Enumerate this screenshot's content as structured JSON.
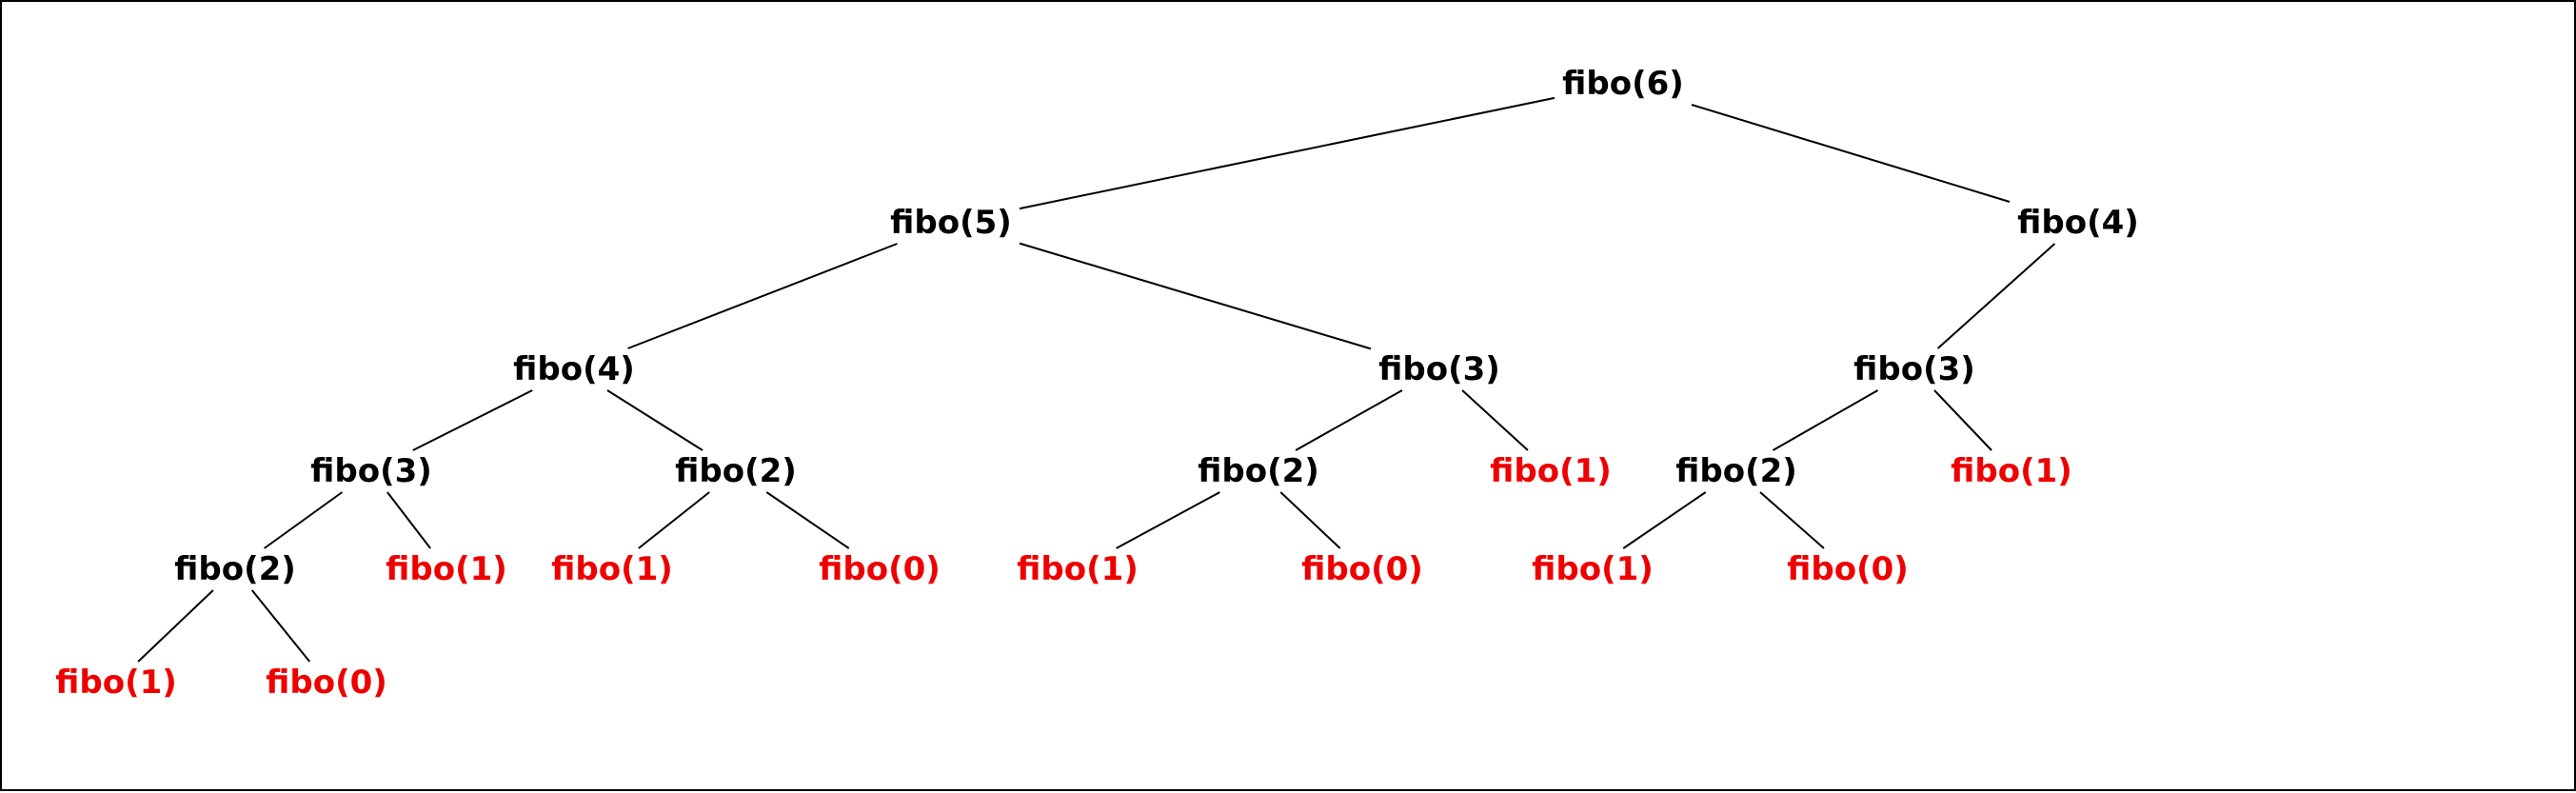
{
  "colors": {
    "internal": "#000000",
    "leaf": "#ee0000",
    "edge": "#000000",
    "background": "#ffffff"
  },
  "nodes": [
    {
      "id": "n6",
      "label": "fibo(6)",
      "kind": "internal"
    },
    {
      "id": "n5",
      "label": "fibo(5)",
      "kind": "internal"
    },
    {
      "id": "n4r",
      "label": "fibo(4)",
      "kind": "internal"
    },
    {
      "id": "n4l",
      "label": "fibo(4)",
      "kind": "internal"
    },
    {
      "id": "n3m",
      "label": "fibo(3)",
      "kind": "internal"
    },
    {
      "id": "n3r",
      "label": "fibo(3)",
      "kind": "internal"
    },
    {
      "id": "n3l",
      "label": "fibo(3)",
      "kind": "internal"
    },
    {
      "id": "n2a",
      "label": "fibo(2)",
      "kind": "internal"
    },
    {
      "id": "n2m",
      "label": "fibo(2)",
      "kind": "internal"
    },
    {
      "id": "n2r",
      "label": "fibo(2)",
      "kind": "internal"
    },
    {
      "id": "n2l",
      "label": "fibo(2)",
      "kind": "internal"
    },
    {
      "id": "l1_3m",
      "label": "fibo(1)",
      "kind": "leaf"
    },
    {
      "id": "l1_3r",
      "label": "fibo(1)",
      "kind": "leaf"
    },
    {
      "id": "l1_3l",
      "label": "fibo(1)",
      "kind": "leaf"
    },
    {
      "id": "l1_2a",
      "label": "fibo(1)",
      "kind": "leaf"
    },
    {
      "id": "l0_2a",
      "label": "fibo(0)",
      "kind": "leaf"
    },
    {
      "id": "l1_2m",
      "label": "fibo(1)",
      "kind": "leaf"
    },
    {
      "id": "l0_2m",
      "label": "fibo(0)",
      "kind": "leaf"
    },
    {
      "id": "l1_2r",
      "label": "fibo(1)",
      "kind": "leaf"
    },
    {
      "id": "l0_2r",
      "label": "fibo(0)",
      "kind": "leaf"
    },
    {
      "id": "l1_2l",
      "label": "fibo(1)",
      "kind": "leaf"
    },
    {
      "id": "l0_2l",
      "label": "fibo(0)",
      "kind": "leaf"
    }
  ],
  "edges": [
    [
      "n6",
      "n5"
    ],
    [
      "n6",
      "n4r"
    ],
    [
      "n5",
      "n4l"
    ],
    [
      "n5",
      "n3m"
    ],
    [
      "n4r",
      "n3r"
    ],
    [
      "n4l",
      "n3l"
    ],
    [
      "n4l",
      "n2a"
    ],
    [
      "n3m",
      "n2m"
    ],
    [
      "n3m",
      "l1_3m"
    ],
    [
      "n3r",
      "n2r"
    ],
    [
      "n3r",
      "l1_3r"
    ],
    [
      "n3l",
      "n2l"
    ],
    [
      "n3l",
      "l1_3l"
    ],
    [
      "n2a",
      "l1_2a"
    ],
    [
      "n2a",
      "l0_2a"
    ],
    [
      "n2m",
      "l1_2m"
    ],
    [
      "n2m",
      "l0_2m"
    ],
    [
      "n2r",
      "l1_2r"
    ],
    [
      "n2r",
      "l0_2r"
    ],
    [
      "n2l",
      "l1_2l"
    ],
    [
      "n2l",
      "l0_2l"
    ]
  ]
}
